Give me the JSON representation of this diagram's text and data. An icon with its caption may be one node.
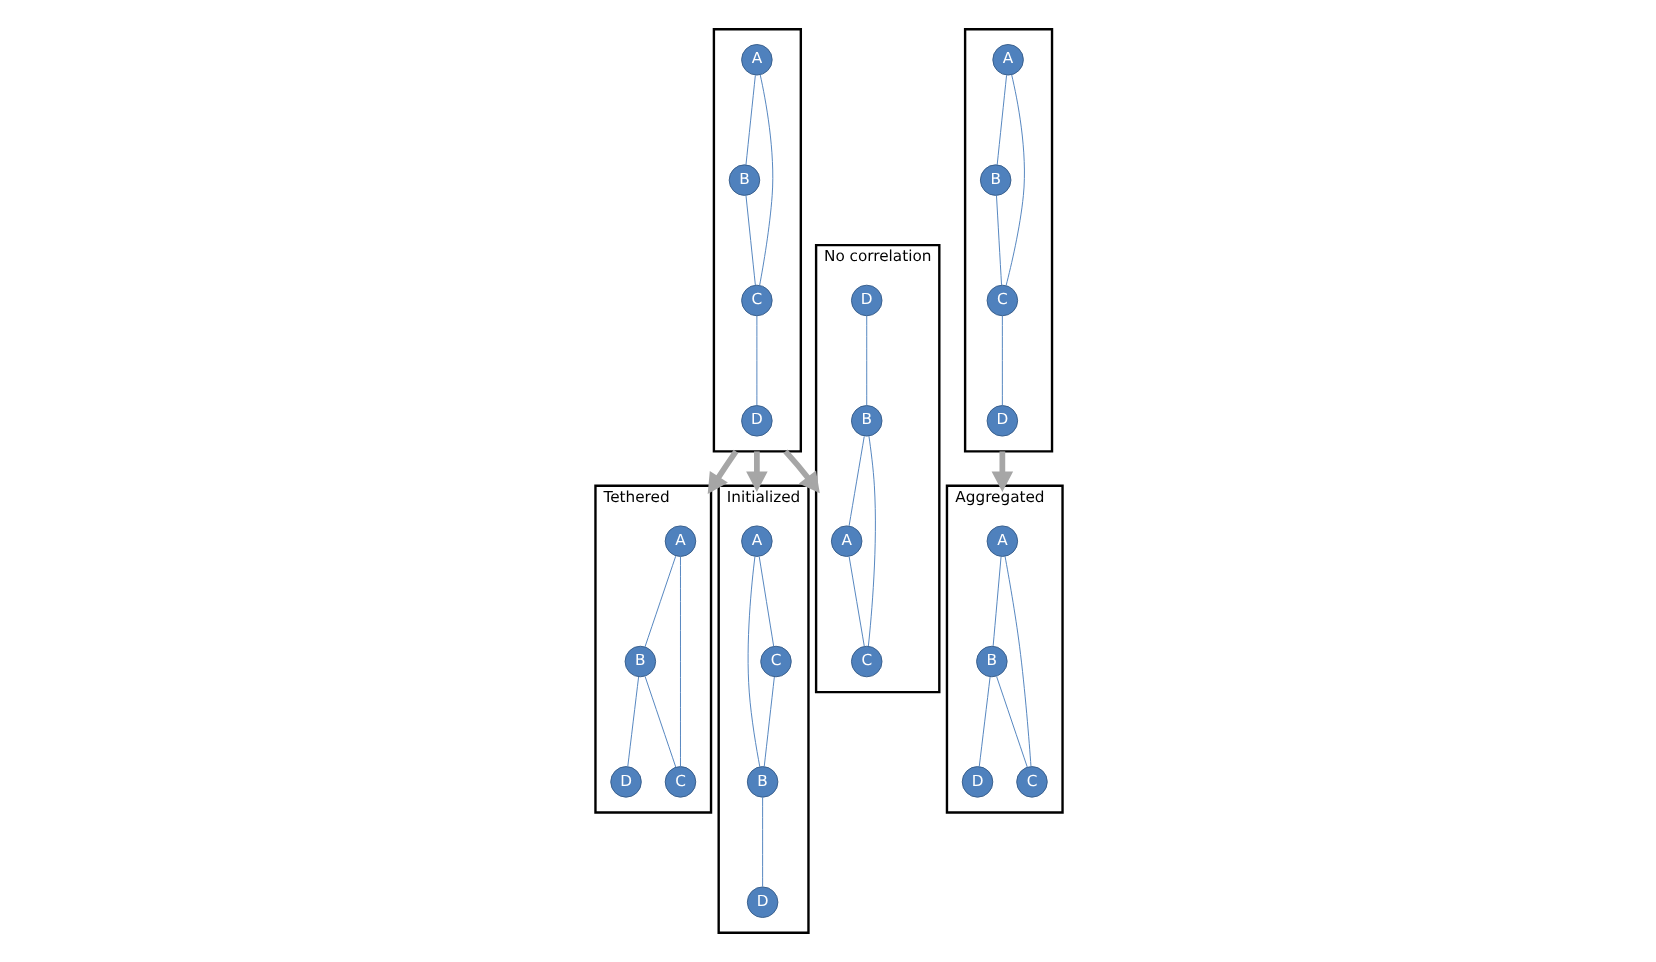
{
  "diagram": {
    "nodes": [
      {
        "text": [],
        "shape": "box"
      },
      {
        "text": [
          "A"
        ],
        "in": 0
      },
      {
        "text": [
          "B"
        ],
        "in": 0
      },
      {
        "text": [
          "C"
        ],
        "in": 0
      },
      {
        "text": [
          "D"
        ],
        "in": 0
      },
      {
        "text": [
          "No correlation"
        ]
      },
      {
        "text": [
          "A"
        ],
        "in": 5
      },
      {
        "text": [
          "B"
        ],
        "in": 5
      },
      {
        "text": [
          "C"
        ],
        "in": 5
      },
      {
        "text": [
          "D"
        ],
        "in": 5
      },
      {
        "text": [
          "Tethered"
        ]
      },
      {
        "text": [
          "A"
        ],
        "in": 10
      },
      {
        "text": [
          "B"
        ],
        "in": 10
      },
      {
        "text": [
          "C"
        ],
        "in": 10
      },
      {
        "text": [
          "D"
        ],
        "in": 10
      },
      {
        "text": [
          "Initialized"
        ]
      },
      {
        "text": [
          "A"
        ],
        "in": 15
      },
      {
        "text": [
          "B"
        ],
        "in": 15
      },
      {
        "text": [
          "C"
        ],
        "in": 15
      },
      {
        "text": [
          "D"
        ],
        "in": 15
      },
      {
        "text": [],
        "shape": "box"
      },
      {
        "text": [
          "A"
        ],
        "in": 20
      },
      {
        "text": [
          "B"
        ],
        "in": 20
      },
      {
        "text": [
          "C"
        ],
        "in": 20
      },
      {
        "text": [
          "D"
        ],
        "in": 20
      },
      {
        "text": [
          "Aggregated"
        ]
      },
      {
        "text": [
          "A"
        ],
        "in": 25
      },
      {
        "text": [
          "B"
        ],
        "in": 25
      },
      {
        "text": [
          "C"
        ],
        "in": 25
      },
      {
        "text": [
          "D"
        ],
        "in": 25
      }
    ],
    "edges": [
      {
        "from": 1,
        "to": 2,
        "arrow": "none"
      },
      {
        "from": 1,
        "to": 3,
        "arrow": "none"
      },
      {
        "from": 2,
        "to": 3,
        "arrow": "none"
      },
      {
        "from": 3,
        "to": 4,
        "arrow": "none"
      },
      {
        "from": 9,
        "to": 7,
        "arrow": "none"
      },
      {
        "from": 7,
        "to": 6,
        "arrow": "none"
      },
      {
        "from": 7,
        "to": 8,
        "arrow": "none"
      },
      {
        "from": 6,
        "to": 8,
        "arrow": "none"
      },
      {
        "from": 11,
        "to": 12,
        "arrow": "none"
      },
      {
        "from": 11,
        "to": 13,
        "arrow": "none"
      },
      {
        "from": 12,
        "to": 13,
        "arrow": "none"
      },
      {
        "from": 12,
        "to": 14,
        "arrow": "none"
      },
      {
        "from": 16,
        "to": 18,
        "arrow": "none"
      },
      {
        "from": 16,
        "to": 17,
        "arrow": "none"
      },
      {
        "from": 18,
        "to": 17,
        "arrow": "none"
      },
      {
        "from": 17,
        "to": 19,
        "arrow": "none"
      },
      {
        "from": 21,
        "to": 22,
        "arrow": "none"
      },
      {
        "from": 21,
        "to": 23,
        "arrow": "none"
      },
      {
        "from": 22,
        "to": 23,
        "arrow": "none"
      },
      {
        "from": 23,
        "to": 24,
        "arrow": "none"
      },
      {
        "from": 26,
        "to": 27,
        "arrow": "none"
      },
      {
        "from": 26,
        "to": 28,
        "arrow": "none"
      },
      {
        "from": 27,
        "to": 28,
        "arrow": "none"
      },
      {
        "from": 27,
        "to": 29,
        "arrow": "none"
      },
      {
        "from": 0,
        "to": 5,
        "arrow": "to",
        "style": "thick",
        "color": "#a6a6a6"
      },
      {
        "from": 0,
        "to": 15,
        "arrow": "to",
        "style": "thick",
        "color": "#a6a6a6"
      },
      {
        "from": 0,
        "to": 10,
        "arrow": "to",
        "style": "thick",
        "color": "#a6a6a6"
      },
      {
        "from": 20,
        "to": 25,
        "arrow": "to",
        "style": "thick",
        "color": "#a6a6a6"
      }
    ]
  }
}
